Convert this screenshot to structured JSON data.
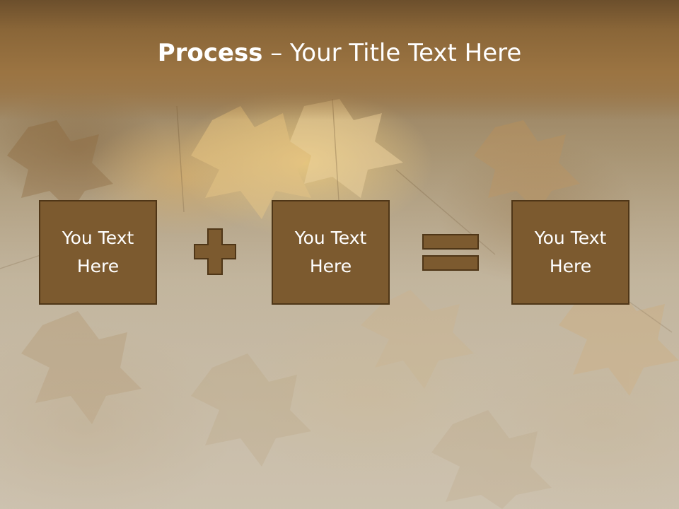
{
  "slide": {
    "title_bold": "Process",
    "title_rest": " – Your Title Text Here",
    "boxes": [
      {
        "text": "You Text Here"
      },
      {
        "text": "You Text Here"
      },
      {
        "text": "You Text Here"
      }
    ],
    "operators": [
      "plus-icon",
      "equals-icon"
    ],
    "colors": {
      "title_band": "#8a6638",
      "box_fill": "#7c5a2f",
      "box_border": "#4f3617",
      "operator_fill": "#7c5a2f",
      "text": "#ffffff"
    }
  }
}
